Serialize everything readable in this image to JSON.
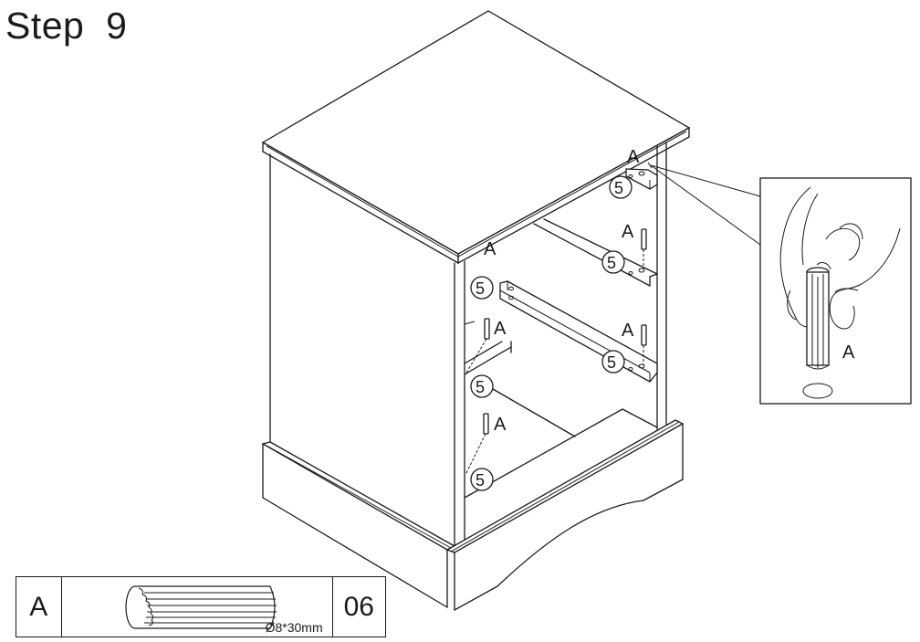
{
  "header": {
    "title": "Step  9"
  },
  "diagram": {
    "description": "Isometric line drawing of a bedside cabinet carcass; shelf rails labelled 5 are fixed with dowels A",
    "labels": {
      "dowel": "A",
      "rail": "5"
    },
    "callout": {
      "description": "Magnified detail: hand pushing dowel A into hole",
      "label": "A"
    },
    "colors": {
      "line": "#1a1a1a",
      "background": "#ffffff"
    }
  },
  "parts_table": {
    "rows": [
      {
        "id": "A",
        "dimension": "Ø8*30mm",
        "quantity": "06",
        "icon": "wooden-dowel-icon"
      }
    ]
  }
}
